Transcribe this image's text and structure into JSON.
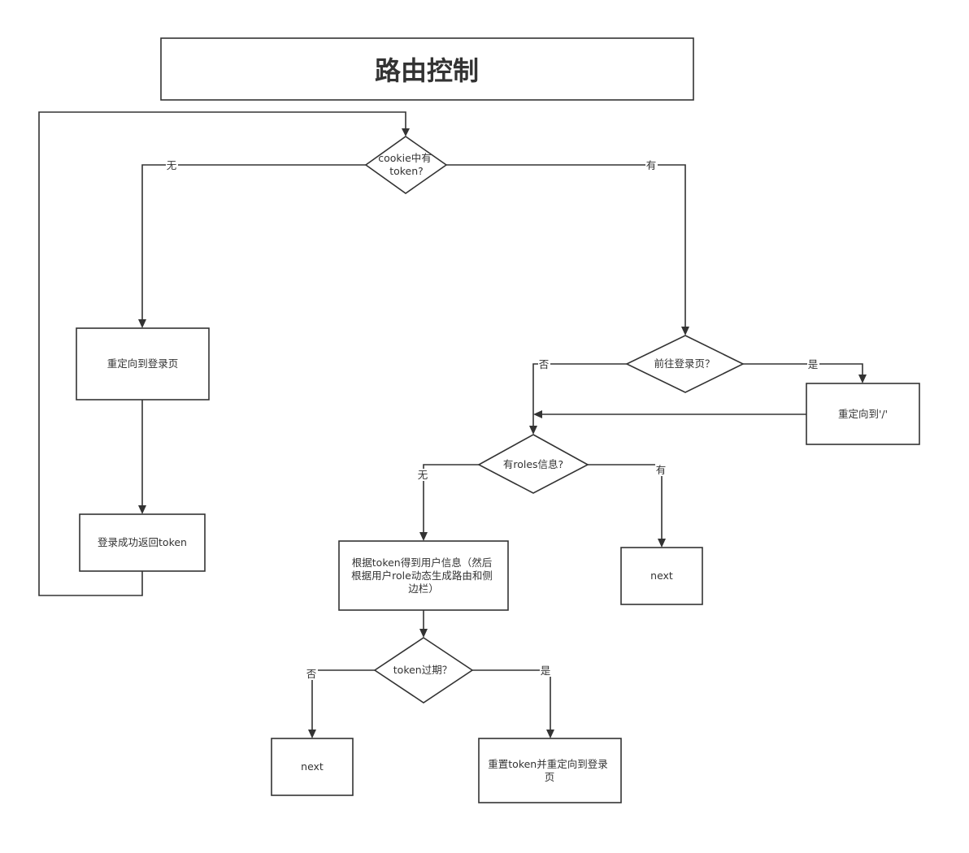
{
  "title": "路由控制",
  "nodes": {
    "check_token": [
      "cookie中有",
      "token?"
    ],
    "redirect_login": [
      "重定向到登录页"
    ],
    "login_success": [
      "登录成功返回token"
    ],
    "to_login_page": [
      "前往登录页？"
    ],
    "redirect_root": [
      "重定向到'/'"
    ],
    "has_roles": [
      "有roles信息?"
    ],
    "next_roles": [
      "next"
    ],
    "get_user_info": [
      "根据token得到用户信息（然后",
      "根据用户role动态生成路由和侧",
      "边栏）"
    ],
    "token_expired": [
      "token过期？"
    ],
    "next_final": [
      "next"
    ],
    "reset_token": [
      "重置token并重定向到登录",
      "页"
    ]
  },
  "edge_labels": {
    "no_token": "无",
    "has_token": "有",
    "not_login_page": "否",
    "is_login_page": "是",
    "no_roles": "无",
    "has_roles": "有",
    "not_expired": "否",
    "is_expired": "是"
  }
}
